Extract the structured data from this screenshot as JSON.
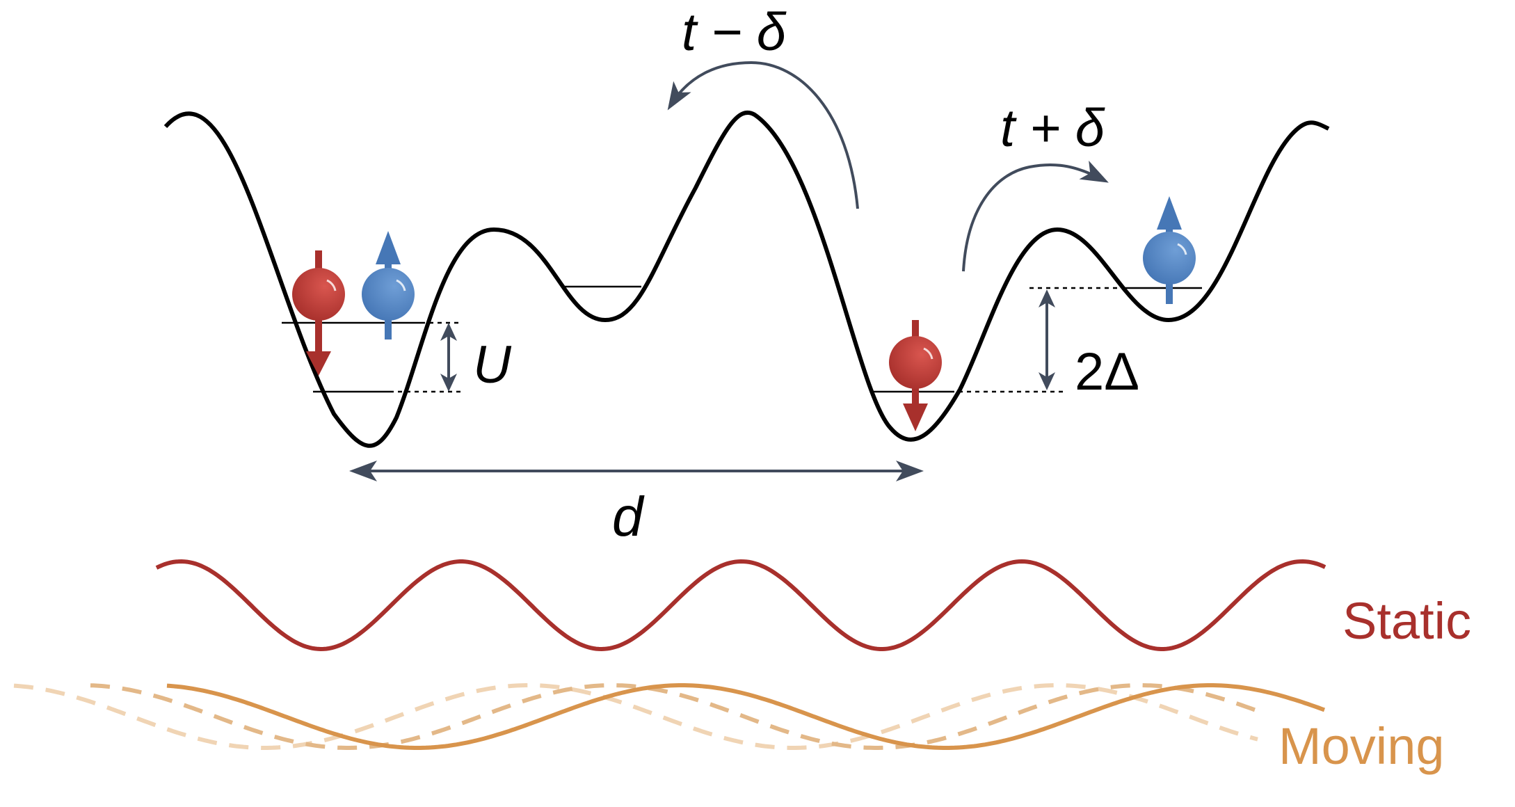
{
  "labels": {
    "hop_left": "t − δ",
    "hop_right": "t + δ",
    "interaction": "U",
    "tilt": "2Δ",
    "spacing": "d",
    "static": "Static",
    "moving": "Moving"
  },
  "colors": {
    "potential": "#000000",
    "arrow": "#414b5c",
    "spin_down": "#a8302c",
    "spin_up": "#4677b6",
    "static_wave": "#a8302c",
    "moving_wave": "#d8944c",
    "moving_wave_faded": "#f0d4b4"
  }
}
